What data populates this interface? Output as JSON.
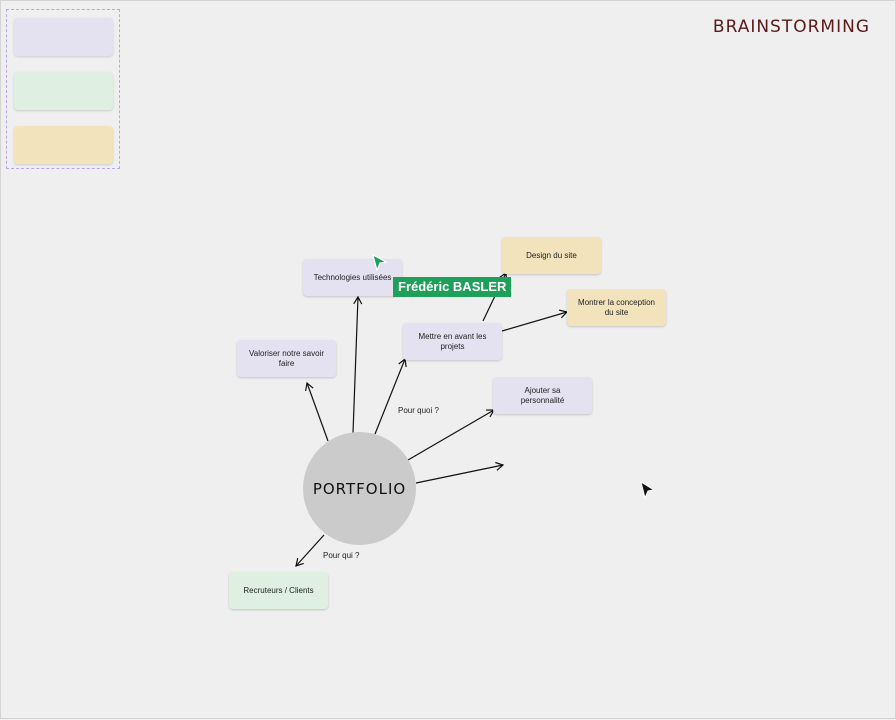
{
  "board": {
    "title": "BRAINSTORMING"
  },
  "palette": {
    "swatches": [
      {
        "color": "#e4e1f1"
      },
      {
        "color": "#dff0e3"
      },
      {
        "color": "#f2e3bd"
      }
    ]
  },
  "hub": {
    "label": "PORTFOLIO"
  },
  "stickies": {
    "tech": "Technologies utilisées",
    "valoriser": "Valoriser notre savoir faire",
    "mettre": "Mettre en avant les projets",
    "design": "Design du site",
    "montrer": "Montrer la conception du site",
    "ajouter": "Ajouter sa personnalité",
    "recruteurs": "Recruteurs / Clients"
  },
  "labels": {
    "pour_quoi": "Pour quoi ?",
    "pour_qui": "Pour qui ?"
  },
  "collaborator": {
    "name": "Frédéric BASLER",
    "color": "#1ea05a"
  }
}
